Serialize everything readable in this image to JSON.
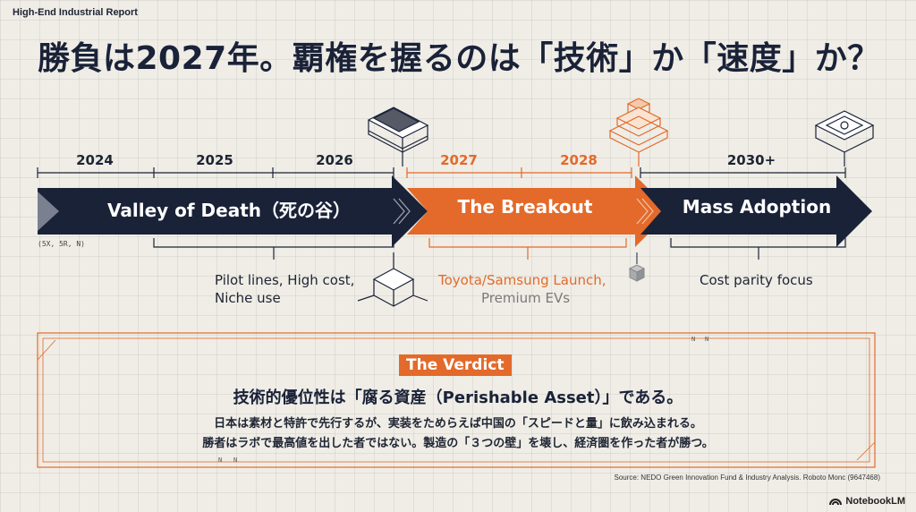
{
  "header": {
    "report_label": "High-End Industrial Report",
    "title": "勝負は2027年。覇権を握るのは「技術」か「速度」か？"
  },
  "timeline": {
    "years": [
      "2024",
      "2025",
      "2026",
      "2027",
      "2028",
      "2030+"
    ],
    "phases": [
      {
        "label": "Valley of Death（死の谷）",
        "color": "#1a2238"
      },
      {
        "label": "The Breakout",
        "color": "#e36a2a"
      },
      {
        "label": "Mass Adoption",
        "color": "#1a2238"
      }
    ],
    "tiny_note": "(5X, 5R, N)",
    "descriptions": {
      "valley": {
        "line1": "Pilot lines, High cost,",
        "line2": "Niche use"
      },
      "breakout": {
        "line1": "Toyota/Samsung Launch,",
        "line2": "Premium EVs"
      },
      "mass": {
        "line1": "Cost parity focus"
      }
    }
  },
  "verdict": {
    "tag": "The Verdict",
    "main": "技術的優位性は「腐る資産（Perishable Asset）」である。",
    "line1": "日本は素材と特許で先行するが、実装をためらえば中国の「スピードと量」に飲み込まれる。",
    "line2": "勝者はラボで最高値を出した者ではない。製造の「３つの壁」を壊し、経済圏を作った者が勝つ。",
    "corner_marks": [
      "N",
      "N",
      "N",
      "N"
    ]
  },
  "footer": {
    "source": "Source: NEDO Green Innovation Fund & Industry Analysis. Roboto Monc (9647468)",
    "brand": "NotebookLM"
  },
  "colors": {
    "navy": "#1a2238",
    "orange": "#e36a2a",
    "background": "#efede6"
  },
  "icons": [
    "battery-cell-icon",
    "layered-stack-icon",
    "chip-icon",
    "cube-icon",
    "small-cube-icon",
    "notebooklm-logo-icon"
  ]
}
